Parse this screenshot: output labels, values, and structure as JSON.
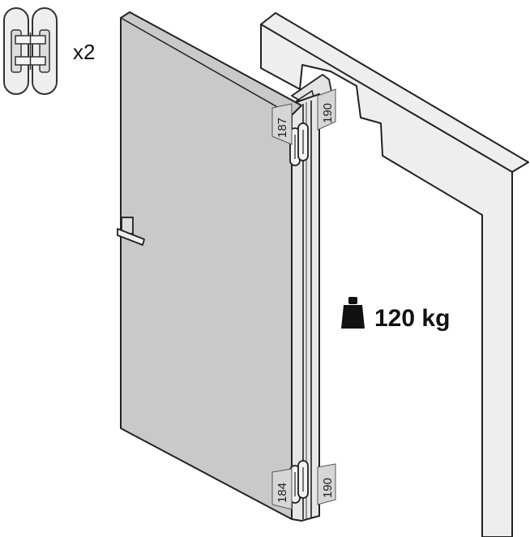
{
  "hinge_kit": {
    "quantity_label": "x2",
    "icon": "hinge-icon"
  },
  "dimensions": {
    "top_leaf": "187",
    "top_frame": "190",
    "bottom_leaf": "184",
    "bottom_frame": "190"
  },
  "load": {
    "icon": "weight-icon",
    "value_label": "120 kg"
  },
  "colors": {
    "door_panel": "#c9c9c9",
    "frame": "#eeeeee",
    "outline": "#222222",
    "dimension_box": "#d6d6d6"
  }
}
